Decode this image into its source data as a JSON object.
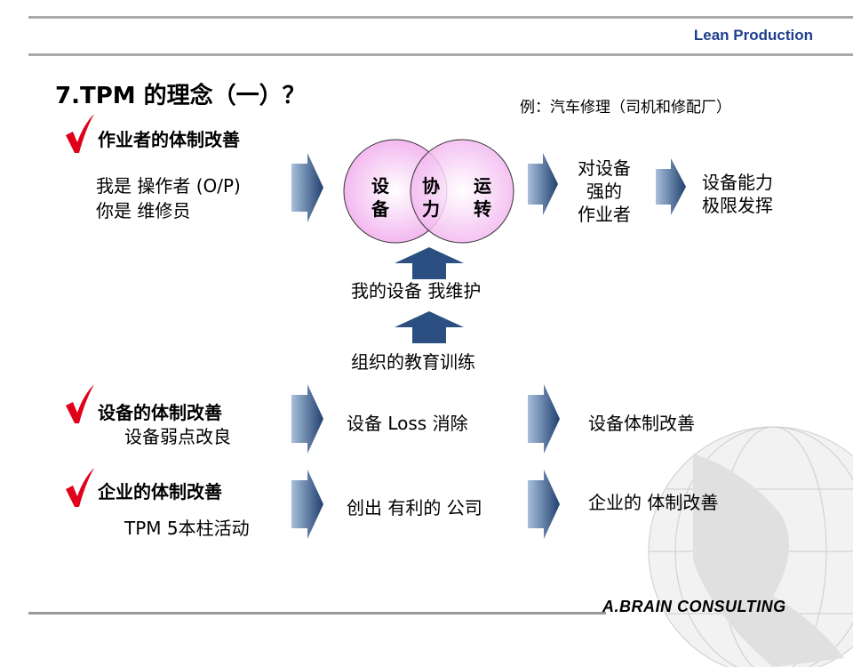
{
  "header": {
    "brand": "Lean Production"
  },
  "title": "7.TPM 的理念（一）？",
  "example": "例：汽车修理（司机和修配厂）",
  "section1": {
    "heading": "作业者的体制改善",
    "line1": "我是 操作者 (O/P)",
    "line2": "你是 维修员",
    "venn": {
      "left": [
        "设",
        "备"
      ],
      "center": [
        "协",
        "力"
      ],
      "right": [
        "运",
        "转"
      ]
    },
    "result1": [
      "对设备",
      "强的",
      "作业者"
    ],
    "result2": [
      "设备能力",
      "极限发挥"
    ],
    "step1": "我的设备 我维护",
    "step2": "组织的教育训练"
  },
  "section2": {
    "heading": "设备的体制改善",
    "sub": "设备弱点改良",
    "middle": "设备 Loss 消除",
    "result": "设备体制改善"
  },
  "section3": {
    "heading": "企业的体制改善",
    "sub": "TPM 5本柱活动",
    "middle": "创出 有利的 公司",
    "result": "企业的 体制改善"
  },
  "footer": {
    "logo": "A.BRAIN CONSULTING"
  },
  "colors": {
    "check": "#e0001b",
    "arrow": "#1f3f6e",
    "venn": "#f7c6f5"
  }
}
